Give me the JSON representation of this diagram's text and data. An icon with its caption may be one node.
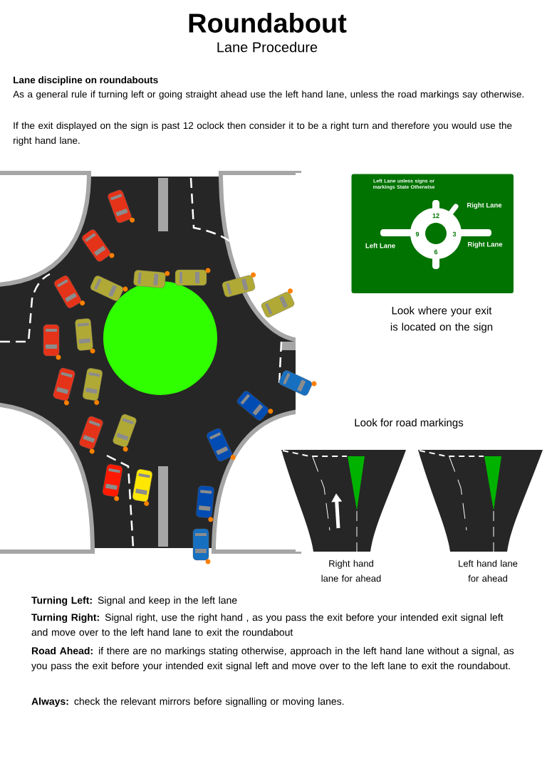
{
  "diagram": {
    "title": "Roundabout",
    "nodes": [
      {
        "text": [
          "Left Lane unless signs or markings State Otherwise",
          "Right Lane",
          "12",
          "9",
          "3",
          "Left Lane",
          "6",
          "Right Lane"
        ]
      }
    ],
    "labels": [
      "Lane Procedure",
      "Lane discipline on roundabouts",
      "As a general rule if turning left or going straight ahead use the left hand lane, unless the road markings say otherwise.",
      "If the exit displayed on the sign is past 12 oclock then consider it to be a right turn and therefore you would use the right hand lane.",
      "Look where your exit is located on the sign",
      "Look for road markings",
      "Right hand lane for ahead",
      "Left hand lane for ahead",
      "**Turning Left:**  Signal and keep in the left lane",
      "**Turning Right:** Signal right, use the right hand , as you pass the exit before your intended exit signal left and move over to the left hand lane to exit the roundabout",
      "**Road Ahead:** if there are no markings stating otherwise, approach in the left hand lane without a signal, as you pass the exit before your intended exit signal left and move over to the left lane to exit the roundabout.",
      "**Always:**  check the relevant mirrors before signalling or moving lanes."
    ]
  }
}
